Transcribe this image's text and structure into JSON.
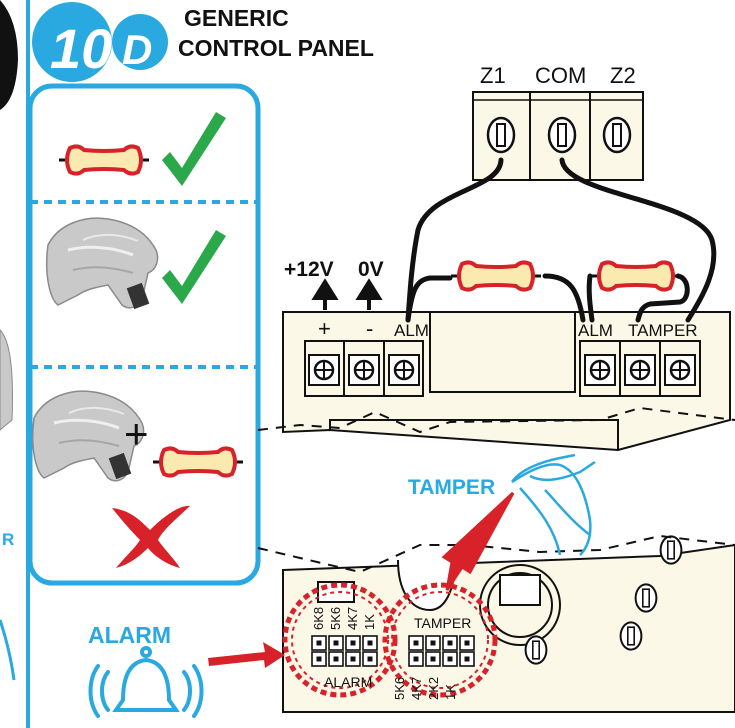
{
  "header": {
    "step_number": "10",
    "step_letter": "D",
    "title_line1": "GENERIC",
    "title_line2": "CONTROL PANEL"
  },
  "panel_terminals": {
    "z1": "Z1",
    "com": "COM",
    "z2": "Z2"
  },
  "power": {
    "plus12v": "+12V",
    "zero_v": "0V",
    "plus": "+",
    "minus": "-",
    "alm_left": "ALM"
  },
  "right_block": {
    "alm": "ALM",
    "tamper": "TAMPER"
  },
  "legend": {
    "plus_sign": "+"
  },
  "detector": {
    "tamper_callout": "TAMPER",
    "alarm_callout": "ALARM",
    "alarm_block_top": [
      "6K8",
      "5K6",
      "4K7",
      "1K"
    ],
    "alarm_block_bottom": "ALARM",
    "tamper_block_top": "TAMPER",
    "tamper_block_bottom": [
      "5K6",
      "4K7",
      "2K2",
      "1K"
    ]
  },
  "left_cut": {
    "partial_letter": "R"
  },
  "colors": {
    "blue": "#29a9e0",
    "red": "#d8222a",
    "green": "#2aa84a",
    "resistor_fill": "#fbeab0",
    "board_fill": "#fbf8e8"
  }
}
